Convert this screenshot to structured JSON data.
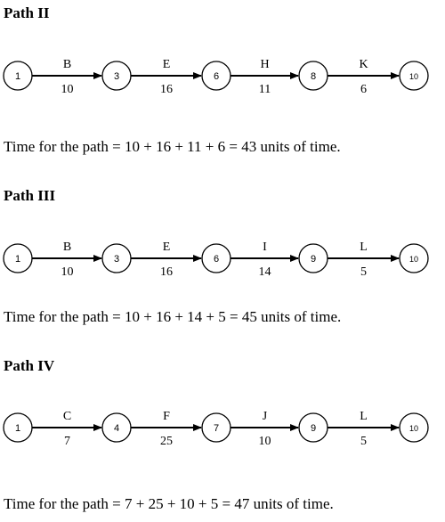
{
  "sections": [
    {
      "heading": "Path II",
      "nodes": [
        "1",
        "3",
        "6",
        "8",
        "10"
      ],
      "edges": [
        {
          "activity": "B",
          "duration": "10"
        },
        {
          "activity": "E",
          "duration": "16"
        },
        {
          "activity": "H",
          "duration": "11"
        },
        {
          "activity": "K",
          "duration": "6"
        }
      ],
      "sentence": "Time for the path = 10 + 16 + 11 + 6 = 43 units of time."
    },
    {
      "heading": "Path III",
      "nodes": [
        "1",
        "3",
        "6",
        "9",
        "10"
      ],
      "edges": [
        {
          "activity": "B",
          "duration": "10"
        },
        {
          "activity": "E",
          "duration": "16"
        },
        {
          "activity": "I",
          "duration": "14"
        },
        {
          "activity": "L",
          "duration": "5"
        }
      ],
      "sentence": "Time for the path = 10 + 16 + 14 + 5 = 45 units of time."
    },
    {
      "heading": "Path IV",
      "nodes": [
        "1",
        "4",
        "7",
        "9",
        "10"
      ],
      "edges": [
        {
          "activity": "C",
          "duration": "7"
        },
        {
          "activity": "F",
          "duration": "25"
        },
        {
          "activity": "J",
          "duration": "10"
        },
        {
          "activity": "L",
          "duration": "5"
        }
      ],
      "sentence": "Time for the path = 7 + 25 + 10 + 5 = 47 units of time."
    }
  ]
}
